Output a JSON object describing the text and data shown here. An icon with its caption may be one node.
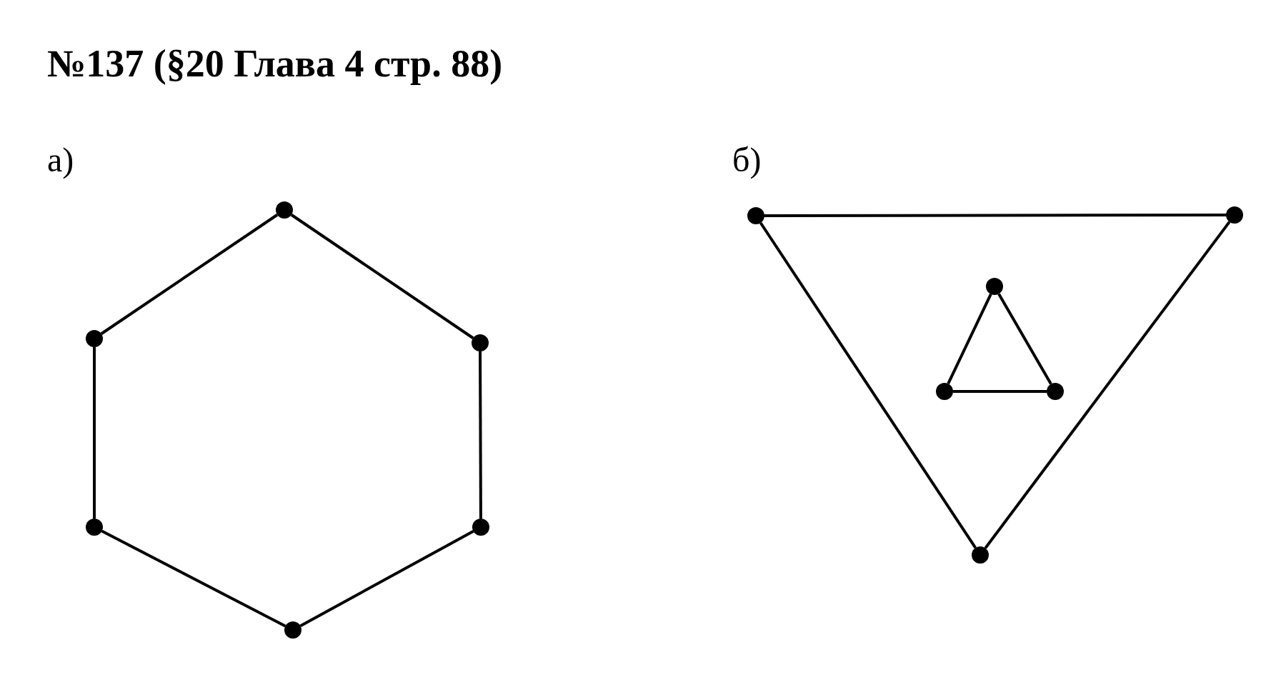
{
  "diagram": {
    "title": "№137 (§20 Глава 4 стр. 88)",
    "nodes": [
      {
        "text": [],
        "shape": "circle"
      },
      {
        "text": [],
        "shape": "circle"
      },
      {
        "text": [],
        "shape": "circle"
      },
      {
        "text": [],
        "shape": "circle"
      },
      {
        "text": [],
        "shape": "circle"
      },
      {
        "text": [],
        "shape": "circle"
      },
      {
        "text": [],
        "shape": "circle"
      },
      {
        "text": [],
        "shape": "circle"
      },
      {
        "text": [],
        "shape": "circle"
      },
      {
        "text": [],
        "shape": "circle"
      },
      {
        "text": [],
        "shape": "circle"
      },
      {
        "text": [],
        "shape": "circle"
      }
    ],
    "edges": [
      {
        "from": 0,
        "to": 1,
        "arrow": "none"
      },
      {
        "from": 0,
        "to": 2,
        "arrow": "none"
      },
      {
        "from": 1,
        "to": 3,
        "arrow": "none"
      },
      {
        "from": 2,
        "to": 4,
        "arrow": "none"
      },
      {
        "from": 3,
        "to": 5,
        "arrow": "none"
      },
      {
        "from": 4,
        "to": 5,
        "arrow": "none"
      },
      {
        "from": 6,
        "to": 7,
        "arrow": "none"
      },
      {
        "from": 6,
        "to": 11,
        "arrow": "none"
      },
      {
        "from": 7,
        "to": 11,
        "arrow": "none"
      },
      {
        "from": 8,
        "to": 9,
        "arrow": "none"
      },
      {
        "from": 8,
        "to": 10,
        "arrow": "none"
      },
      {
        "from": 9,
        "to": 10,
        "arrow": "none"
      }
    ],
    "labels": [
      "а)",
      "б)"
    ]
  }
}
